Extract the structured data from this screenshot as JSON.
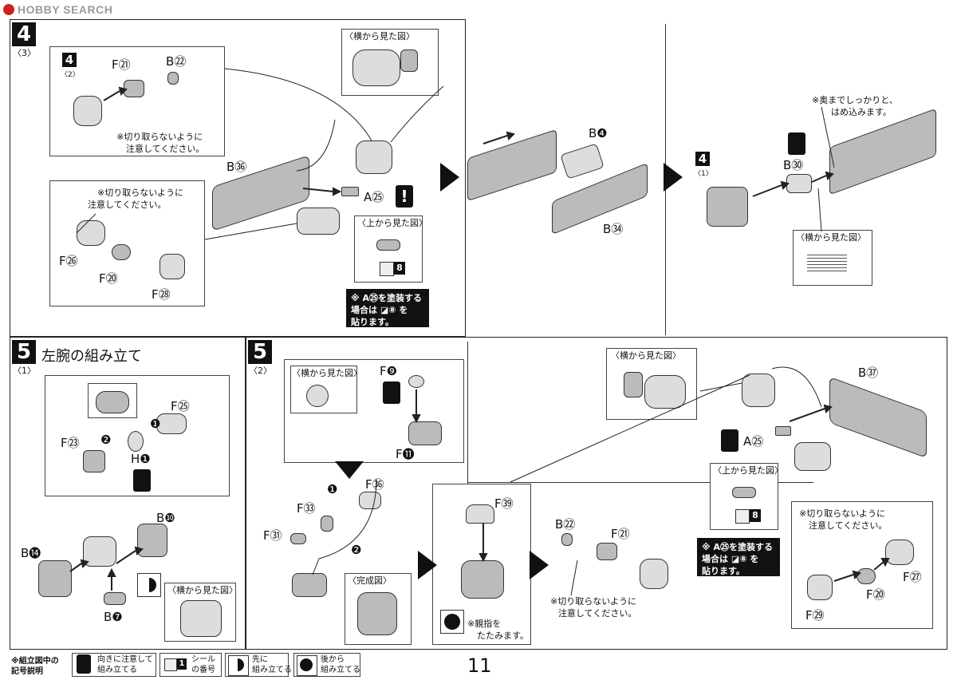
{
  "header": {
    "logo": "HOBBY SEARCH"
  },
  "page_number": "11",
  "step4_3": {
    "step": "4",
    "sub": "〈3〉",
    "inset_step": "4",
    "inset_sub": "〈2〉",
    "labels": {
      "f21": "F㉑",
      "b22": "B㉒",
      "b36": "B㊱",
      "a25": "A㉕",
      "f26": "F㉖",
      "f20": "F⑳",
      "f28": "F㉘",
      "b4": "B❹",
      "b34": "B㉞"
    },
    "side_view": "〈横から見た図〉",
    "top_view": "〈上から見た図〉",
    "caution1": [
      "※切り取らないように",
      "注意してください。"
    ],
    "caution2": [
      "※切り取らないように",
      "注意してください。"
    ],
    "seal_num": "8",
    "paint_note": [
      "※ A㉕を塗装する",
      "場合は ◪⑧ を",
      "貼ります。"
    ]
  },
  "step4_1": {
    "step": "4",
    "sub": "〈1〉",
    "b30": "B㉚",
    "note": [
      "※奥までしっかりと、",
      "はめ込みます。"
    ],
    "side_view": "〈横から見た図〉"
  },
  "step5_1": {
    "step": "5",
    "sub": "〈1〉",
    "title": "左腕の組み立て",
    "labels": {
      "f25": "F㉕",
      "f23": "F㉓",
      "h1": "H❶",
      "b10": "B❿",
      "b14": "B⓮",
      "b7": "B❼"
    },
    "side_view": "〈横から見た図〉",
    "order1": "❶",
    "order2": "❷"
  },
  "step5_2": {
    "step": "5",
    "sub": "〈2〉",
    "side_view": "〈横から見た図〉",
    "labels": {
      "f9": "F❾",
      "f11": "F⓫",
      "f36": "F㊱",
      "f33": "F㉝",
      "f31": "F㉛",
      "f39": "F㊴",
      "b22": "B㉒",
      "f21": "F㉑",
      "b37": "B㊲",
      "a25": "A㉕",
      "f27": "F㉗",
      "f20": "F⑳",
      "f29": "F㉙"
    },
    "complete_view": "〈完成図〉",
    "thumb_note": [
      "※親指を",
      "たたみます。"
    ],
    "caution1": [
      "※切り取らないように",
      "注意してください。"
    ],
    "caution2": [
      "※切り取らないように",
      "注意してください。"
    ],
    "side_view2": "〈横から見た図〉",
    "top_view": "〈上から見た図〉",
    "seal_num": "8",
    "paint_note": [
      "※ A㉕を塗装する",
      "場合は ◪⑧ を",
      "貼ります。"
    ],
    "order1": "❶",
    "order2": "❷"
  },
  "legend": {
    "title": [
      "※組立図中の",
      "記号説明"
    ],
    "items": [
      {
        "icon": "warning-icon",
        "text": [
          "向きに注意して",
          "組み立てる"
        ]
      },
      {
        "icon": "seal-icon",
        "num": "1",
        "text": [
          "シール",
          "の番号"
        ]
      },
      {
        "icon": "assemble-first-icon",
        "text": [
          "先に",
          "組み立てる"
        ]
      },
      {
        "icon": "assemble-later-icon",
        "text": [
          "後から",
          "組み立てる"
        ]
      }
    ]
  }
}
